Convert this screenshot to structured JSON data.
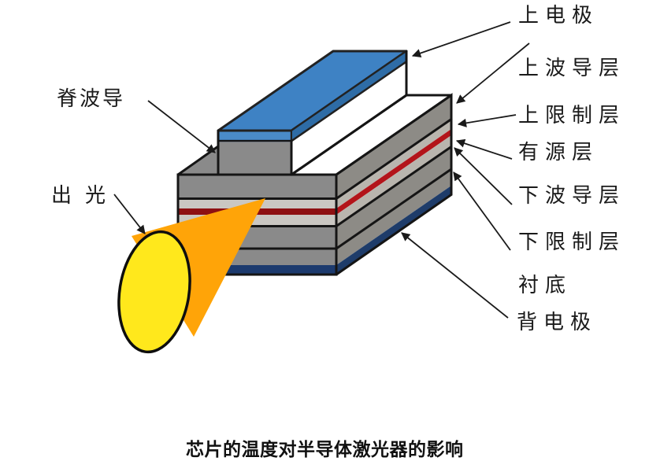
{
  "labels": {
    "ridge_waveguide": "脊波导",
    "light_output": "出光",
    "top_electrode": "上电极",
    "upper_waveguide": "上波导层",
    "upper_confinement": "上限制层",
    "active_layer": "有源层",
    "lower_waveguide": "下波导层",
    "lower_confinement": "下限制层",
    "substrate": "衬底",
    "back_electrode": "背电极"
  },
  "caption": "芯片的温度对半导体激光器的影响",
  "colors": {
    "electrode_blue_top": "#3E82C4",
    "electrode_blue_side": "#2E6CA6",
    "back_electrode_navy_front": "#1C3A6E",
    "back_electrode_navy_side": "#1E3C6A",
    "body_gray_front": "#8A8A8A",
    "body_gray_side": "#8D8B86",
    "confinement_lightgray_front": "#CAC7C2",
    "confinement_lightgray_side": "#B9B5AE",
    "active_red_front": "#8E1012",
    "active_red_side": "#B3141A",
    "beam_cone_orange": "#FFA408",
    "beam_spot_yellow": "#FFE81C",
    "outline_black": "#151515"
  }
}
